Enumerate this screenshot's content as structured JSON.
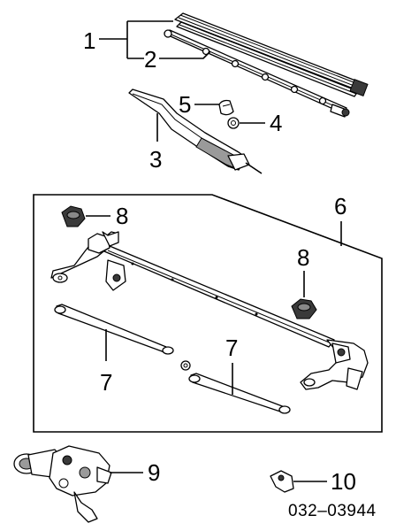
{
  "diagram": {
    "callouts": {
      "c1": "1",
      "c2": "2",
      "c3": "3",
      "c4": "4",
      "c5": "5",
      "c6": "6",
      "c7a": "7",
      "c7b": "7",
      "c8a": "8",
      "c8b": "8",
      "c9": "9",
      "c10": "10"
    },
    "part_number": "032–03944"
  }
}
